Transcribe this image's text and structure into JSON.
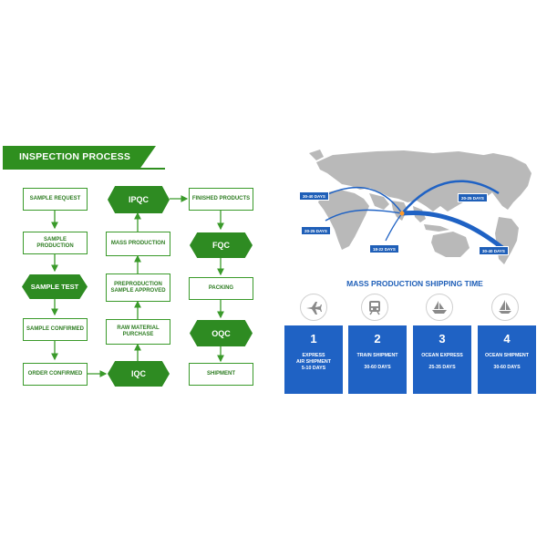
{
  "inspection": {
    "title": "INSPECTION PROCESS",
    "left_column": [
      "SAMPLE REQUEST",
      "SAMPLE PRODUCTION",
      "SAMPLE TEST",
      "SAMPLE CONFIRMED",
      "ORDER CONFIRMED"
    ],
    "middle_column": [
      "IPQC",
      "MASS PRODUCTION",
      "PREPRODUCTION SAMPLE APPROVED",
      "RAW MATERIAL PURCHASE",
      "IQC"
    ],
    "right_column": [
      "FINISHED PRODUCTS",
      "FQC",
      "PACKING",
      "OQC",
      "SHIPMENT"
    ]
  },
  "map": {
    "routes": [
      "30-40 DAYS",
      "20-25 DAYS",
      "18-22 DAYS",
      "20-25 DAYS",
      "30-40 DAYS"
    ]
  },
  "shipping": {
    "title": "MASS PRODUCTION SHIPPING TIME",
    "icons": [
      "airplane-icon",
      "train-icon",
      "ship-icon",
      "sailboat-icon"
    ],
    "cards": [
      {
        "num": "1",
        "line1": "EXPRESS",
        "line2": "AIR SHIPMENT",
        "days": "5-10 DAYS"
      },
      {
        "num": "2",
        "line1": "TRAIN SHIPMENT",
        "line2": "",
        "days": "30-60 DAYS"
      },
      {
        "num": "3",
        "line1": "OCEAN EXPRESS",
        "line2": "",
        "days": "25-35 DAYS"
      },
      {
        "num": "4",
        "line1": "OCEAN SHIPMENT",
        "line2": "",
        "days": "30-60 DAYS"
      }
    ]
  },
  "colors": {
    "green": "#2e8b22",
    "blue": "#1f62c4"
  }
}
